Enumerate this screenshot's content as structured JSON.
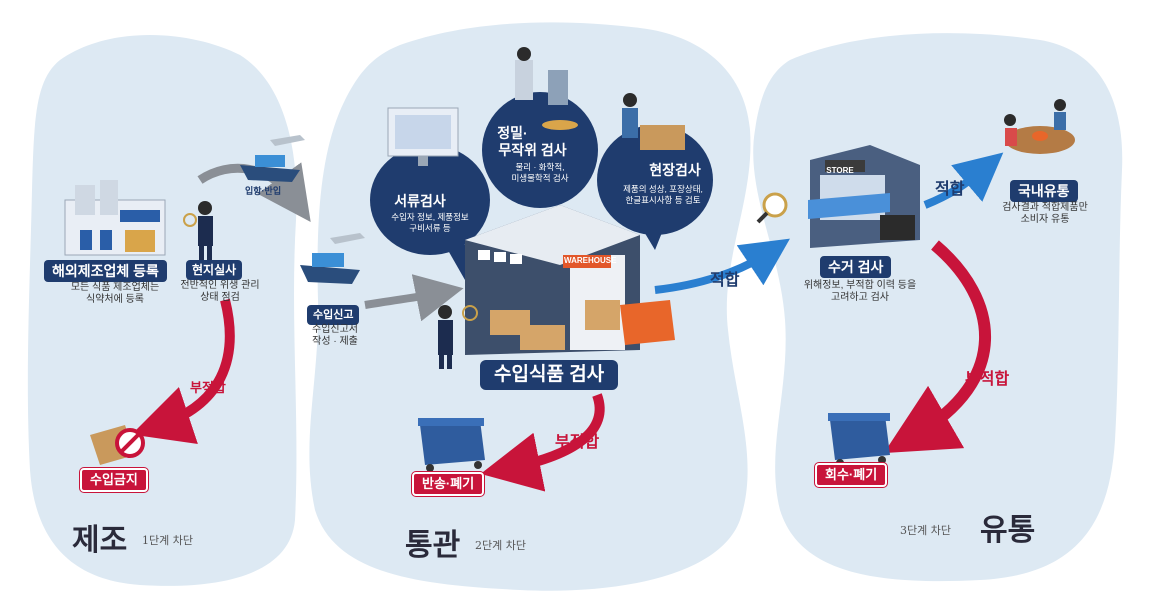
{
  "stages": {
    "manufacture": {
      "title": "제조",
      "sub": "1단계 차단"
    },
    "customs": {
      "title": "통관",
      "sub": "2단계 차단"
    },
    "distribution": {
      "title": "유통",
      "sub": "3단계 차단"
    }
  },
  "nodes": {
    "overseas_reg": {
      "label": "해외제조업체 등록",
      "desc1": "모든 식품 제조업체는",
      "desc2": "식약처에 등록"
    },
    "site_inspect": {
      "label": "현지실사",
      "desc1": "전반적인 위생 관리",
      "desc2": "상태 점검"
    },
    "import_entry": {
      "label": "입항·반입"
    },
    "import_declare": {
      "label": "수입신고",
      "desc1": "수입신고서",
      "desc2": "작성 · 제출"
    },
    "import_ban": {
      "label": "수입금지"
    },
    "doc_check": {
      "title": "서류검사",
      "desc1": "수입자 정보, 제품정보",
      "desc2": "구비서류 등"
    },
    "precise_check": {
      "title1": "정밀·",
      "title2": "무작위 검사",
      "desc1": "물리 · 화학적,",
      "desc2": "미생물학적 검사"
    },
    "field_check": {
      "title": "현장검사",
      "desc1": "제품의 성상, 포장상태,",
      "desc2": "한글표시사항 등 검토"
    },
    "warehouse_sign": "WAREHOUSE",
    "import_food_check": {
      "label": "수입식품 검사"
    },
    "return_dispose": {
      "label": "반송·폐기"
    },
    "collect_check": {
      "label": "수거 검사",
      "desc1": "위해정보, 부적합 이력 등을",
      "desc2": "고려하고 검사"
    },
    "store_sign": "STORE",
    "domestic": {
      "label": "국내유통",
      "desc1": "검사결과 적합제품만",
      "desc2": "소비자 유통"
    },
    "recall_dispose": {
      "label": "회수·폐기"
    }
  },
  "arrows": {
    "fail1": "부적합",
    "fail2": "부적합",
    "fail3": "부적합",
    "pass1": "적합",
    "pass2": "적합"
  },
  "colors": {
    "blob": "#dde9f3",
    "navy": "#1f3c6e",
    "red": "#c8143a",
    "blue_arrow": "#2a7fd0",
    "bubble": "#1f3c6e"
  }
}
